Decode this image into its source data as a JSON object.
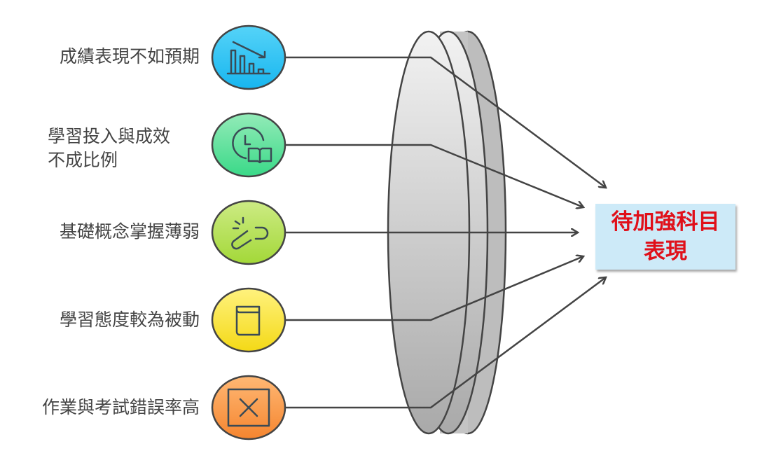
{
  "causes": [
    {
      "label": "成績表現不如預期",
      "icon": "declining-bar-chart-icon",
      "color": "#29c0f2"
    },
    {
      "label_lines": [
        "學習投入與成效",
        "不成比例"
      ],
      "icon": "clock-book-icon",
      "color": "#55dd98"
    },
    {
      "label": "基礎概念掌握薄弱",
      "icon": "broken-link-icon",
      "color": "#b2df4e"
    },
    {
      "label": "學習態度較為被動",
      "icon": "book-icon",
      "color": "#f8e12e"
    },
    {
      "label": "作業與考試錯誤率高",
      "icon": "x-box-icon",
      "color": "#f89945"
    }
  ],
  "target": {
    "lines": [
      "待加強科目",
      "表現"
    ],
    "text_color": "#e0101a",
    "background": "#cdeaf8"
  }
}
